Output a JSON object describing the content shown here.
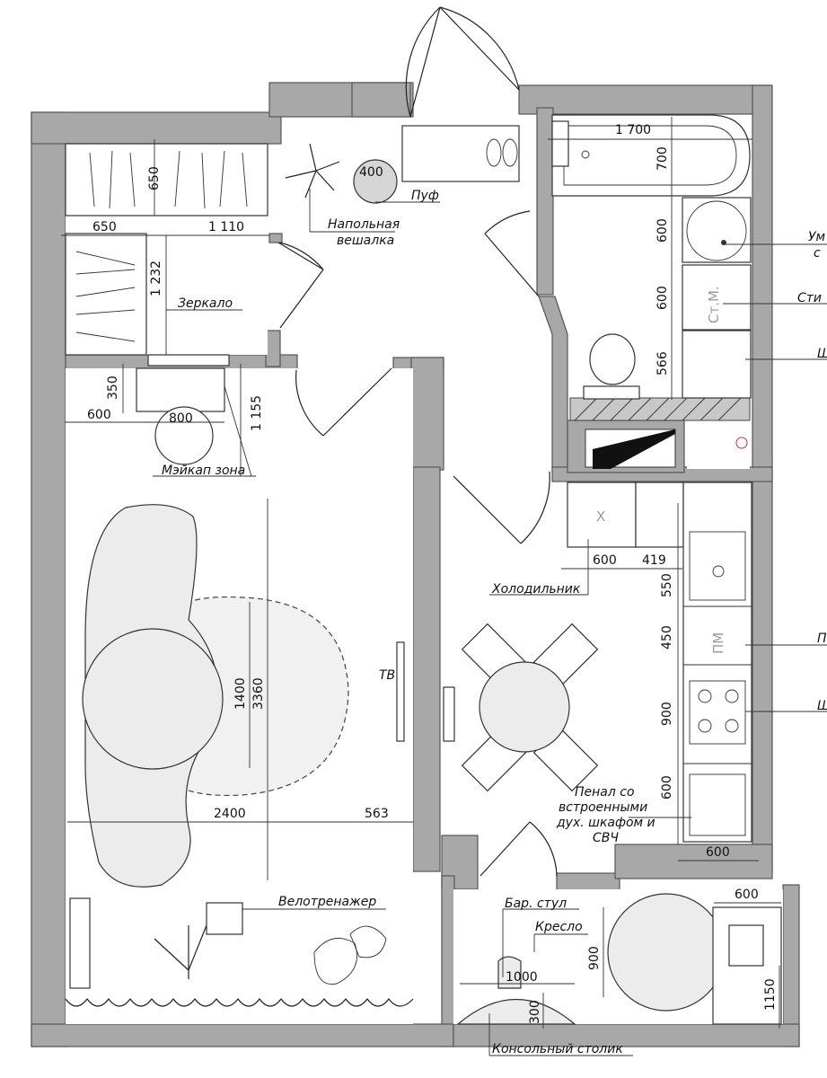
{
  "labels": {
    "napolnaya1": "Напольная",
    "napolnaya2": "вешалка",
    "puf": "Пуф",
    "zerkalo": "Зеркало",
    "meikap": "Мэйкап зона",
    "holodilnik": "Холодильник",
    "tv": "ТВ",
    "penal1": "Пенал со",
    "penal2": "встроенными",
    "penal3": "дух. шкафом и",
    "penal4": "СВЧ",
    "velotrenazher": "Велотренажер",
    "bar_stul": "Бар. стул",
    "kreslo": "Кресло",
    "konsolny": "Консольный столик",
    "umyv1": "Ум",
    "umyv2": "с",
    "stiral": "Сти",
    "right3": "Ш",
    "pm_right": "П",
    "right5": "Ш"
  },
  "appliance_marks": {
    "stm": "Ст.М.",
    "pm": "ПМ",
    "fridge_x": "X"
  },
  "dimensions": {
    "d1700": "1 700",
    "d700": "700",
    "d600_sink": "600",
    "d600_stm": "600",
    "d566": "566",
    "d650_top": "650",
    "d650_h": "650",
    "d1110": "1 110",
    "d1232": "1 232",
    "d400": "400",
    "d350": "350",
    "d600_make": "600",
    "d800": "800",
    "d1155": "1 155",
    "d1400": "1400",
    "d3360": "3360",
    "d2400": "2400",
    "d563": "563",
    "d600_fridge": "600",
    "d419": "419",
    "d550": "550",
    "d450": "450",
    "d900_hob": "900",
    "d600_oven": "600",
    "d600_bottom": "600",
    "d600_balc": "600",
    "d900_balc": "900",
    "d1000": "1000",
    "d300": "300",
    "d1150": "1150"
  }
}
